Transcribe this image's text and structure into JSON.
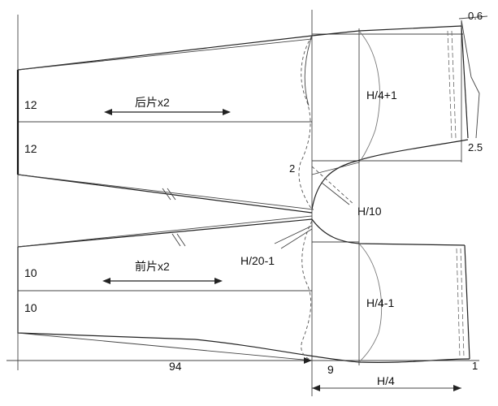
{
  "back_piece": {
    "title": "后片x2",
    "upper_measure": "12",
    "lower_measure": "12",
    "hip_label": "H/4+1",
    "crotch_label": "H/10",
    "waist_rise": "0.6",
    "side_offset": "2.5",
    "seat_offset": "2"
  },
  "front_piece": {
    "title": "前片x2",
    "upper_measure": "10",
    "lower_measure": "10",
    "hip_label": "H/4-1",
    "crotch_label": "H/20-1",
    "hem_offset": "1"
  },
  "dimensions": {
    "length": "94",
    "crotch_width": "9",
    "quarter_hip": "H/4"
  }
}
